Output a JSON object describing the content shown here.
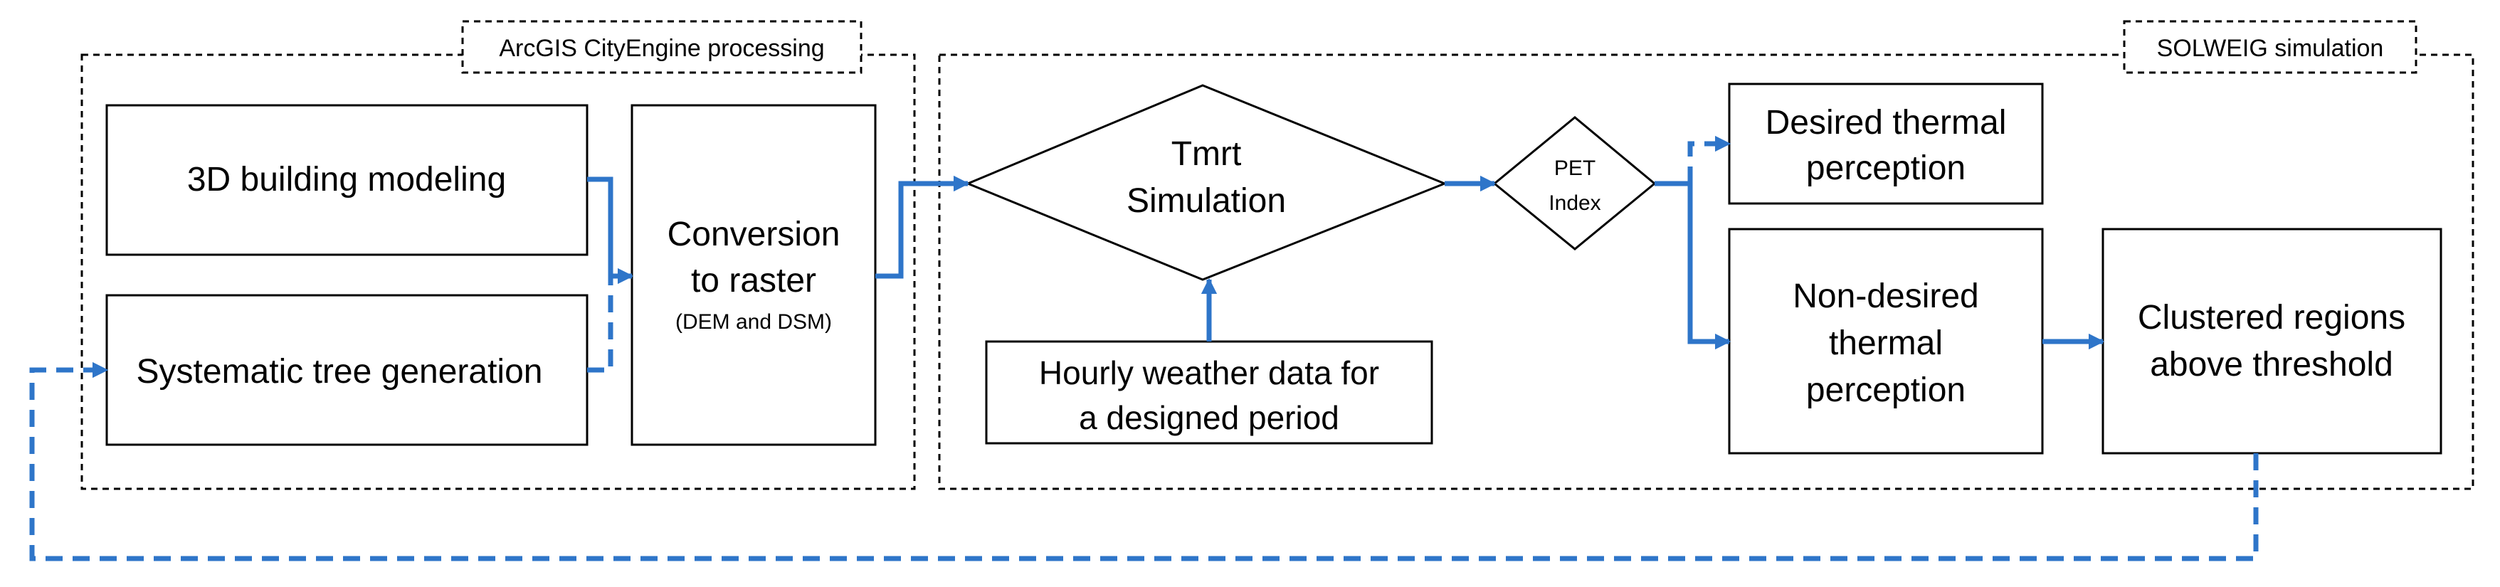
{
  "groups": {
    "cityengine_label": "ArcGIS CityEngine processing",
    "solweig_label": "SOLWEIG simulation"
  },
  "nodes": {
    "building_modeling": "3D building modeling",
    "tree_generation": "Systematic tree generation",
    "conversion_line1": "Conversion",
    "conversion_line2": "to raster",
    "conversion_sub": "(DEM and DSM)",
    "tmrt_line1": "Tmrt",
    "tmrt_line2": "Simulation",
    "weather_line1": "Hourly weather data for",
    "weather_line2": "a designed period",
    "pet_line1": "PET",
    "pet_line2": "Index",
    "desired_line1": "Desired thermal",
    "desired_line2": "perception",
    "nondesired_line1": "Non-desired",
    "nondesired_line2": "thermal",
    "nondesired_line3": "perception",
    "clustered_line1": "Clustered regions",
    "clustered_line2": "above threshold"
  },
  "colors": {
    "arrow": "#2E75C9",
    "box_border": "#000000",
    "group_border": "#000000"
  }
}
